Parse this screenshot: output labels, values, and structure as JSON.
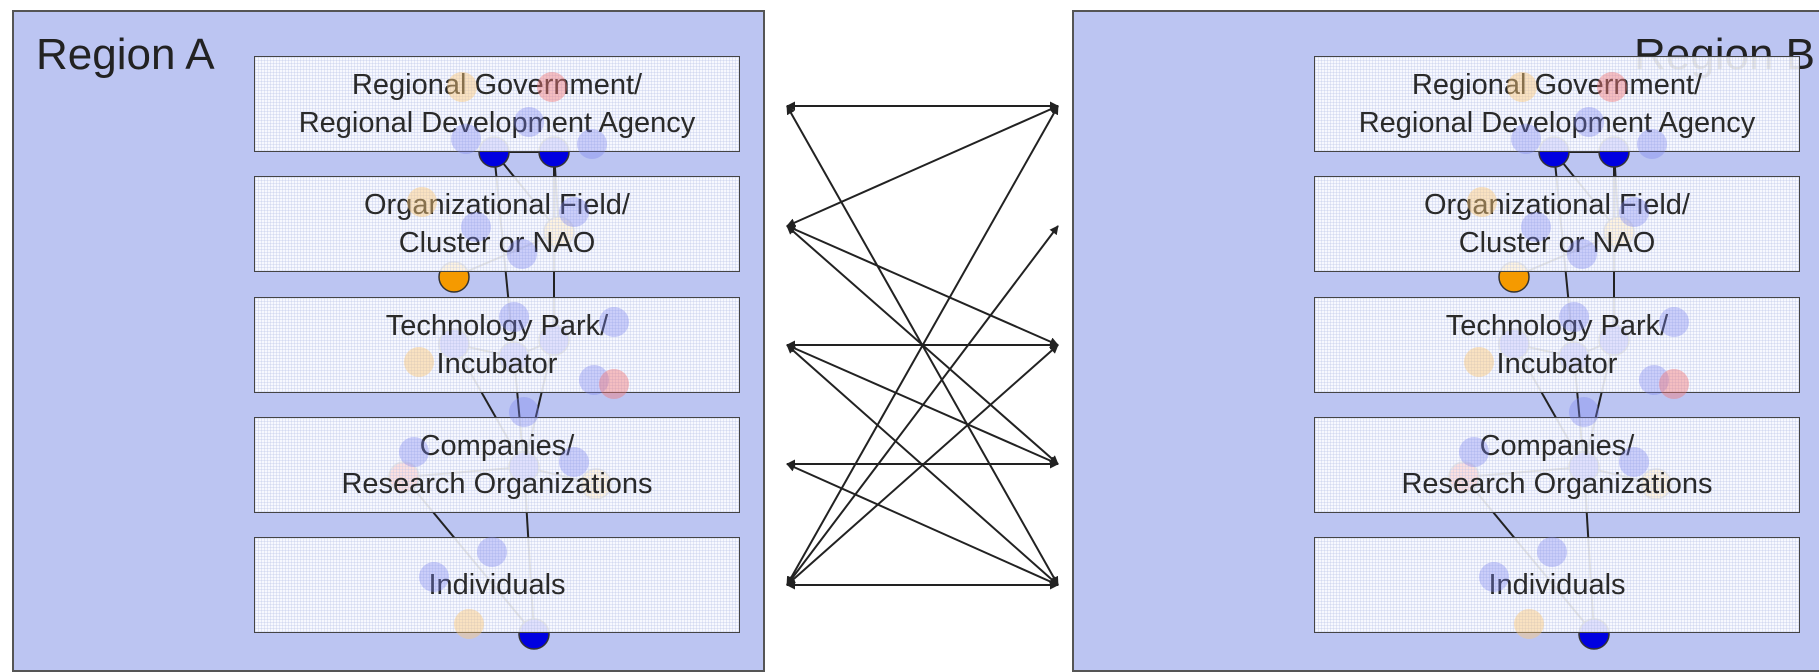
{
  "regions": [
    {
      "title": "Region A",
      "layers": [
        "Regional Government/\nRegional Development Agency",
        "Organizational Field/\nCluster or NAO",
        "Technology Park/\nIncubator",
        "Companies/\nResearch Organizations",
        "Individuals"
      ]
    },
    {
      "title": "Region B",
      "layers": [
        "Regional Government/\nRegional Development Agency",
        "Organizational Field/\nCluster or NAO",
        "Technology Park/\nIncubator",
        "Companies/\nResearch Organizations",
        "Individuals"
      ]
    }
  ],
  "colors": {
    "region_fill": "#bcc5f2",
    "node_blue": "#0000e0",
    "node_orange": "#f59a00",
    "node_red": "#e00000",
    "arrow": "#222222"
  }
}
